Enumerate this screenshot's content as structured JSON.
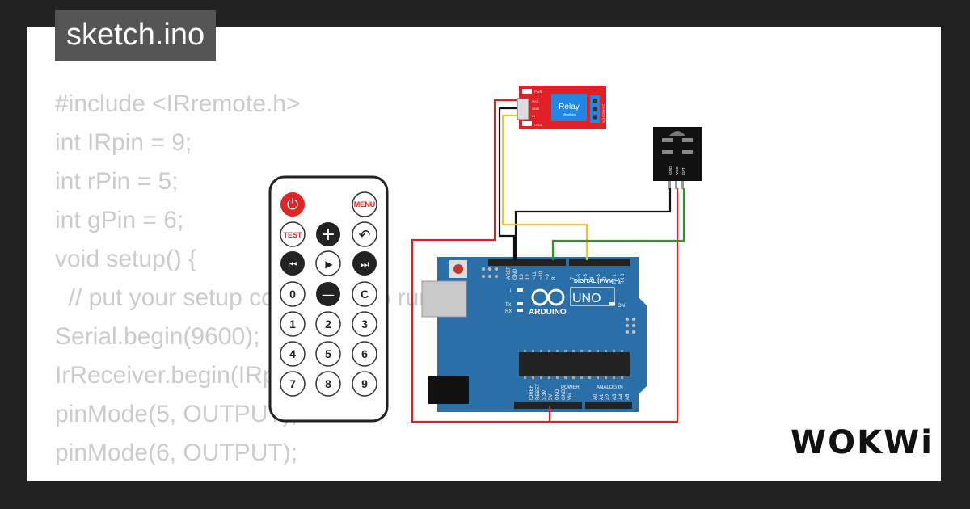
{
  "filename": "sketch.ino",
  "code_lines": [
    "#include <IRremote.h>",
    "int IRpin = 9;",
    "int rPin = 5;",
    "int gPin = 6;",
    "",
    "void setup() {",
    "  // put your setup code here, to run once:",
    "Serial.begin(9600);",
    "IrReceiver.begin(IRpin);",
    "pinMode(5, OUTPUT);",
    "pinMode(6, OUTPUT);"
  ],
  "remote": {
    "power": "⏻",
    "menu": "MENU",
    "test": "TEST",
    "plus": "+",
    "back": "↶",
    "prev": "⏮",
    "play": "▶",
    "next": "⏭",
    "zero": "0",
    "minus": "—",
    "c": "C",
    "digits": [
      "1",
      "2",
      "3",
      "4",
      "5",
      "6",
      "7",
      "8",
      "9"
    ]
  },
  "relay": {
    "title": "Relay",
    "subtitle": "Module",
    "pwr": "PWR",
    "vcc": "VCC",
    "gnd": "GND",
    "in": "IN",
    "led1": "LED1",
    "nc_label": "NO COM NC"
  },
  "ir_receiver": {
    "pins": [
      "GND",
      "VCC",
      "DAT"
    ]
  },
  "arduino": {
    "digital_label": "DIGITAL (PWM ~)",
    "aref": "AREF",
    "gnd": "GND",
    "pins_top": [
      "13",
      "12",
      "~11",
      "~10",
      "~9",
      "8",
      "7",
      "~6",
      "~5",
      "4",
      "~3",
      "2",
      "TX 1",
      "RX 0"
    ],
    "brand": "ARDUINO",
    "model": "UNO",
    "l": "L",
    "tx": "TX",
    "rx": "RX",
    "on": "ON",
    "power_label": "POWER",
    "analog_label": "ANALOG IN",
    "power_pins": [
      "IOREF",
      "RESET",
      "3.3V",
      "5V",
      "GND",
      "GND",
      "Vin"
    ],
    "analog_pins": [
      "A0",
      "A1",
      "A2",
      "A3",
      "A4",
      "A5"
    ]
  },
  "logo": "WOKWi",
  "colors": {
    "background": "#222222",
    "card": "#ffffff",
    "code_text": "#cccccc",
    "filename_bg": "#555555",
    "board": "#2a6fa8",
    "relay": "#e01f26",
    "wire_red": "#e02020",
    "wire_black": "#111111",
    "wire_yellow": "#f5c800",
    "wire_green": "#1f9e1f"
  }
}
